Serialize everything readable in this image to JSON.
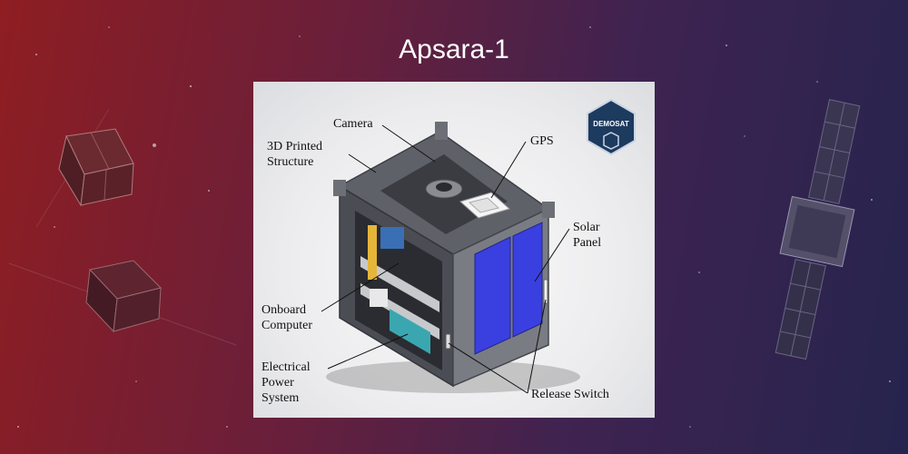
{
  "slide": {
    "title": "Apsara-1"
  },
  "figure": {
    "logo": {
      "text": "DEMOSAT"
    },
    "labels": {
      "camera": "Camera",
      "structure": "3D Printed\nStructure",
      "gps": "GPS",
      "solar_panel": "Solar\nPanel",
      "onboard_computer": "Onboard\nComputer",
      "eps": "Electrical\nPower\nSystem",
      "release_switch": "Release Switch"
    }
  },
  "colors": {
    "solar_panel": "#3a3fe0",
    "logo_bg": "#1d3a5f",
    "accent": "#4a6cc9"
  }
}
